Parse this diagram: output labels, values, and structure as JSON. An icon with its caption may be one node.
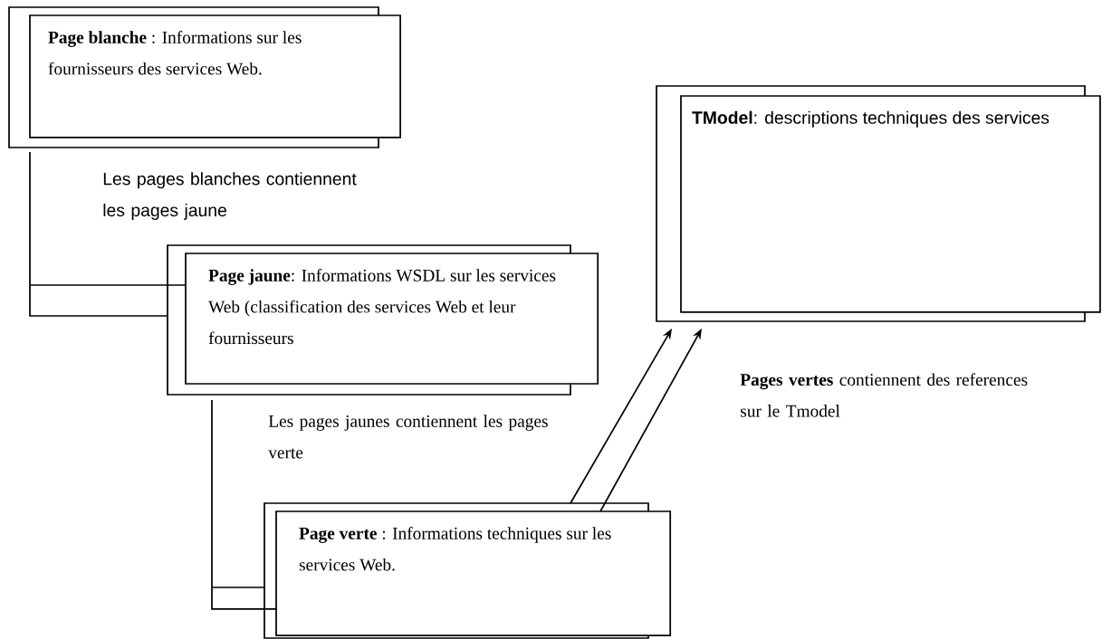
{
  "diagram": {
    "nodes": [
      {
        "text": [
          "**Page blanche** : Informations sur les fournisseurs des services Web."
        ]
      },
      {
        "text": [
          "**Page jaune**:  Informations WSDL sur les services Web (classification des services Web et leur fournisseurs"
        ]
      },
      {
        "text": [
          "**Page verte** : Informations techniques sur les services Web."
        ]
      },
      {
        "text": [
          "**TModel**: descriptions techniques des services"
        ]
      }
    ],
    "edges": [
      {
        "from": 0,
        "to": 1,
        "arrow": "none"
      },
      {
        "from": 1,
        "to": 2,
        "arrow": "none"
      },
      {
        "from": 2,
        "to": 3,
        "arrow": "to"
      },
      {
        "from": 2,
        "to": 3,
        "arrow": "to"
      }
    ],
    "labels": [
      "Les pages blanches contiennent les pages jaune",
      "Les pages jaunes contiennent les pages verte",
      "**Pages vertes** contiennent des references sur le Tmodel"
    ]
  }
}
